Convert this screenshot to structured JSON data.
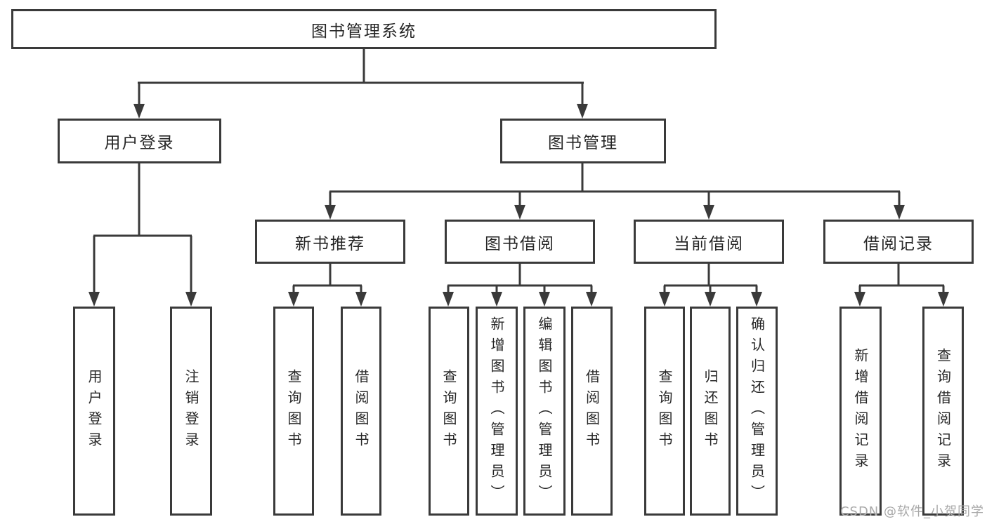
{
  "colors": {
    "line": "#3a3a3a",
    "box_border": "#3a3a3a",
    "text": "#262626",
    "background": "#ffffff",
    "watermark": "#a9a9a9"
  },
  "diagram": {
    "type": "function-structure-tree",
    "root": {
      "label": "图书管理系统"
    },
    "branches": [
      {
        "label": "用户登录",
        "children": [
          {
            "label": "用户登录"
          },
          {
            "label": "注销登录"
          }
        ]
      },
      {
        "label": "图书管理",
        "children": [
          {
            "label": "新书推荐",
            "children": [
              {
                "label": "查询图书"
              },
              {
                "label": "借阅图书"
              }
            ]
          },
          {
            "label": "图书借阅",
            "children": [
              {
                "label": "查询图书"
              },
              {
                "label": "新增图书（管理员）"
              },
              {
                "label": "编辑图书（管理员）"
              },
              {
                "label": "借阅图书"
              }
            ]
          },
          {
            "label": "当前借阅",
            "children": [
              {
                "label": "查询图书"
              },
              {
                "label": "归还图书"
              },
              {
                "label": "确认归还（管理员）"
              }
            ]
          },
          {
            "label": "借阅记录",
            "children": [
              {
                "label": "新增借阅记录"
              },
              {
                "label": "查询借阅记录"
              }
            ]
          }
        ]
      }
    ]
  },
  "watermark": {
    "text": "CSDN @软件_小贺同学"
  }
}
